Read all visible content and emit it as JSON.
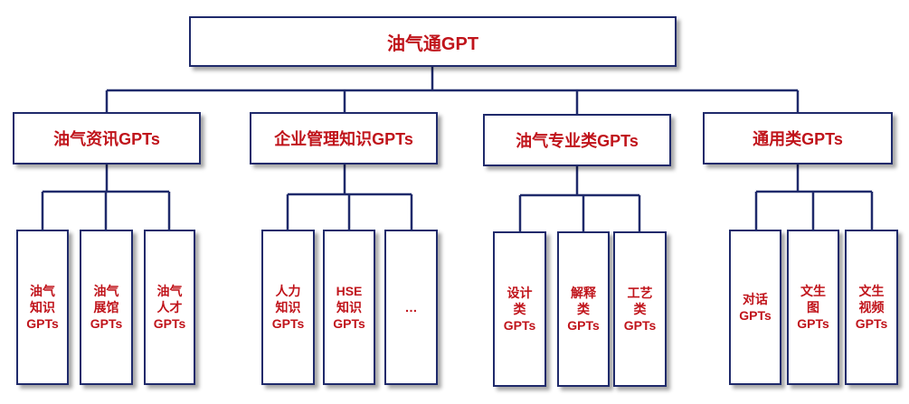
{
  "root": {
    "label": "油气通GPT"
  },
  "categories": [
    {
      "label": "油气资讯GPTs",
      "children": [
        "油气\n知识\nGPTs",
        "油气\n展馆\nGPTs",
        "油气\n人才\nGPTs"
      ]
    },
    {
      "label": "企业管理知识GPTs",
      "children": [
        "人力\n知识\nGPTs",
        "HSE\n知识\nGPTs",
        "…"
      ]
    },
    {
      "label": "油气专业类GPTs",
      "children": [
        "设计\n类\nGPTs",
        "解释\n类\nGPTs",
        "工艺\n类\nGPTs"
      ]
    },
    {
      "label": "通用类GPTs",
      "children": [
        "对话\nGPTs",
        "文生\n图\nGPTs",
        "文生\n视频\nGPTs"
      ]
    }
  ],
  "colors": {
    "border": "#1f2a6b",
    "text": "#c0141b"
  }
}
